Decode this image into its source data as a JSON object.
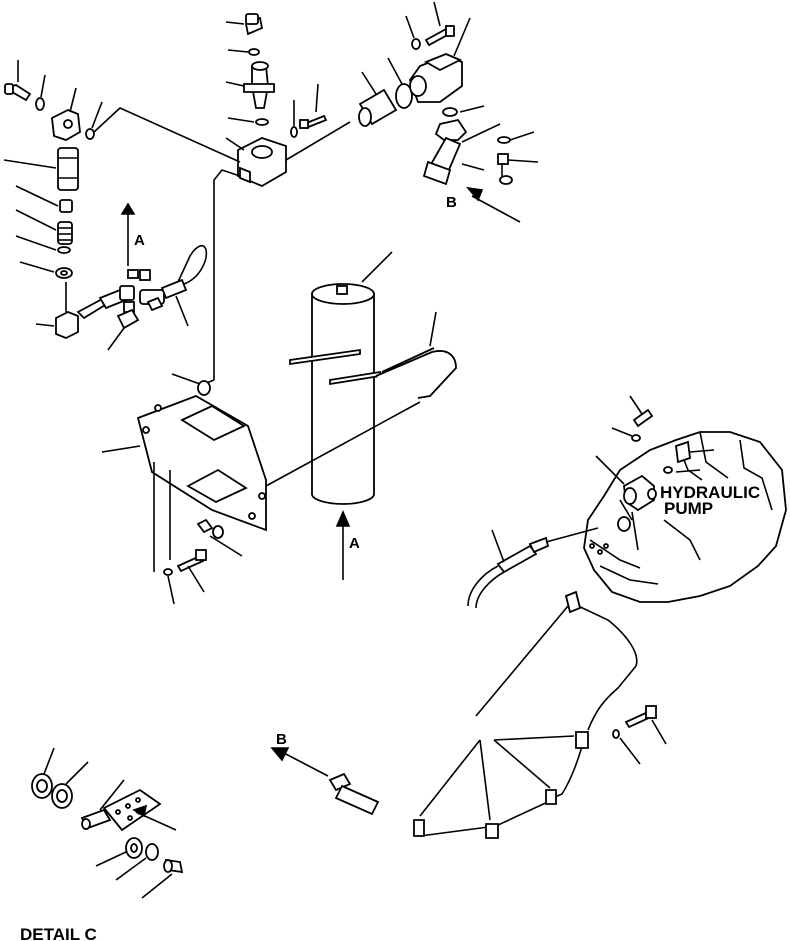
{
  "labels": {
    "hydraulic": "HYDRAULIC",
    "pump": "PUMP",
    "arrow_a": "A",
    "arrow_b": "B",
    "detail_c": "DETAIL  C"
  },
  "colors": {
    "ink": "#000000",
    "paper": "#ffffff"
  }
}
